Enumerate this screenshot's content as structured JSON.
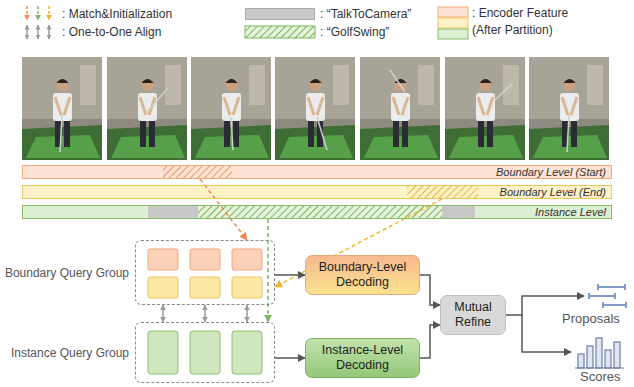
{
  "diagram": {
    "nodes": [
      {
        "text": [
          "Boundary Level (Start)"
        ]
      },
      {
        "text": [
          "Boundary Level (End)"
        ]
      },
      {
        "text": [
          "Instance Level"
        ]
      },
      {
        "text": [
          "Boundary Query Group"
        ]
      },
      {
        "text": [
          "Instance Query Group"
        ]
      },
      {
        "text": [
          "Boundary-Level Decoding"
        ]
      },
      {
        "text": [
          "Instance-Level Decoding"
        ]
      },
      {
        "text": [
          "Mutual Refine"
        ]
      }
    ],
    "edges": [
      {
        "from": 0,
        "to": 3,
        "arrow": "to"
      },
      {
        "from": 1,
        "to": 3,
        "arrow": "to"
      },
      {
        "from": 2,
        "to": 4,
        "arrow": "to"
      },
      {
        "from": 3,
        "to": 4,
        "arrow": "both"
      },
      {
        "from": 3,
        "to": 4,
        "arrow": "both"
      },
      {
        "from": 3,
        "to": 4,
        "arrow": "both"
      },
      {
        "from": 3,
        "to": 5,
        "arrow": "to"
      },
      {
        "from": 4,
        "to": 6,
        "arrow": "to"
      },
      {
        "from": 5,
        "to": 7,
        "arrow": "to"
      },
      {
        "from": 6,
        "to": 7,
        "arrow": "to"
      }
    ],
    "labels": [
      "Proposals",
      "Scores"
    ],
    "legend": [
      {
        "text": ": Match&Initialization"
      },
      {
        "text": ": One-to-One Align"
      },
      {
        "text": ": “TalkToCamera”",
        "color": "#c8c8c8"
      },
      {
        "text": ": “GolfSwing”"
      },
      {
        "text": ": Encoder Feature (After Partition)"
      }
    ]
  }
}
